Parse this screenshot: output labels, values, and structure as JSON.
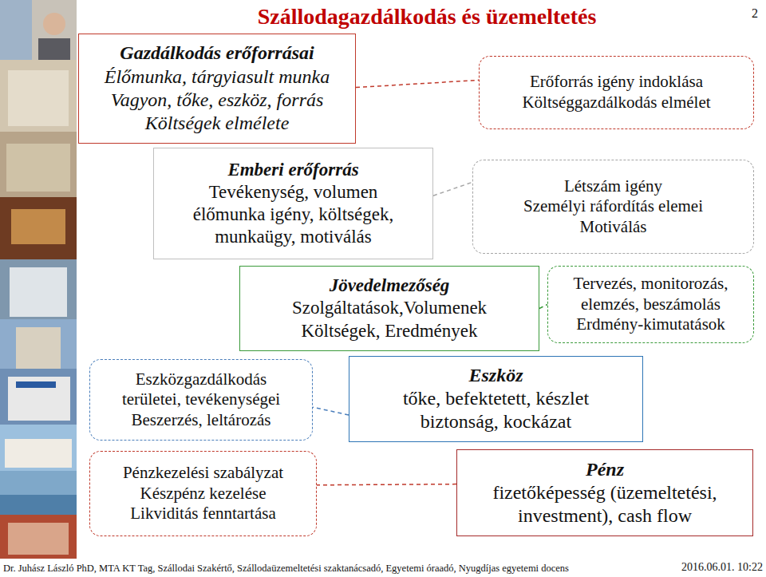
{
  "diagram": {
    "title": "Szállodagazdálkodás és üzemeltetés",
    "nodes": [
      {
        "text": [
          "Gazdálkodás erőforrásai",
          "Élőmunka, tárgyiasult munka",
          "Vagyon, tőke, eszköz, forrás",
          "Költségek elmélete"
        ]
      },
      {
        "text": [
          "Erőforrás igény indoklása",
          "Költséggazdálkodás elmélet"
        ]
      },
      {
        "text": [
          "Emberi erőforrás",
          "Tevékenység, volumen",
          "élőmunka igény, költségek,",
          "munkaügy, motiválás"
        ]
      },
      {
        "text": [
          "Létszám igény",
          "Személyi ráfordítás elemei",
          "Motiválás"
        ]
      },
      {
        "text": [
          "Jövedelmezőség",
          "Szolgáltatások,Volumenek",
          "Költségek, Eredmények"
        ]
      },
      {
        "text": [
          "Tervezés, monitorozás,",
          "elemzés, beszámolás",
          "Erdmény-kimutatások"
        ]
      },
      {
        "text": [
          "Eszközgazdálkodás",
          "területei, tevékenységei",
          "Beszerzés, leltározás"
        ]
      },
      {
        "text": [
          "Eszköz",
          "tőke, befektetett, készlet",
          "biztonság, kockázat"
        ]
      },
      {
        "text": [
          "Pénzkezelési szabályzat",
          "Készpénz kezelése",
          "Likviditás fenntartása"
        ]
      },
      {
        "text": [
          "Pénz",
          "fizetőképesség (üzemeltetési,",
          "investment), cash flow"
        ]
      }
    ],
    "edges": [
      {
        "from": 0,
        "to": 1,
        "arrow": "none"
      },
      {
        "from": 2,
        "to": 3,
        "arrow": "none"
      },
      {
        "from": 4,
        "to": 5,
        "arrow": "none"
      },
      {
        "from": 7,
        "to": 6,
        "arrow": "none"
      },
      {
        "from": 9,
        "to": 8,
        "arrow": "none"
      }
    ],
    "labels": [
      "2",
      "Dr. Juhász László PhD, MTA KT Tag, Szállodai Szakértő, Szállodaüzemeltetési szaktanácsadó, Egyetemi óraadó, Nyugdíjas egyetemi docens",
      "2016.06.01. 10:22"
    ]
  }
}
